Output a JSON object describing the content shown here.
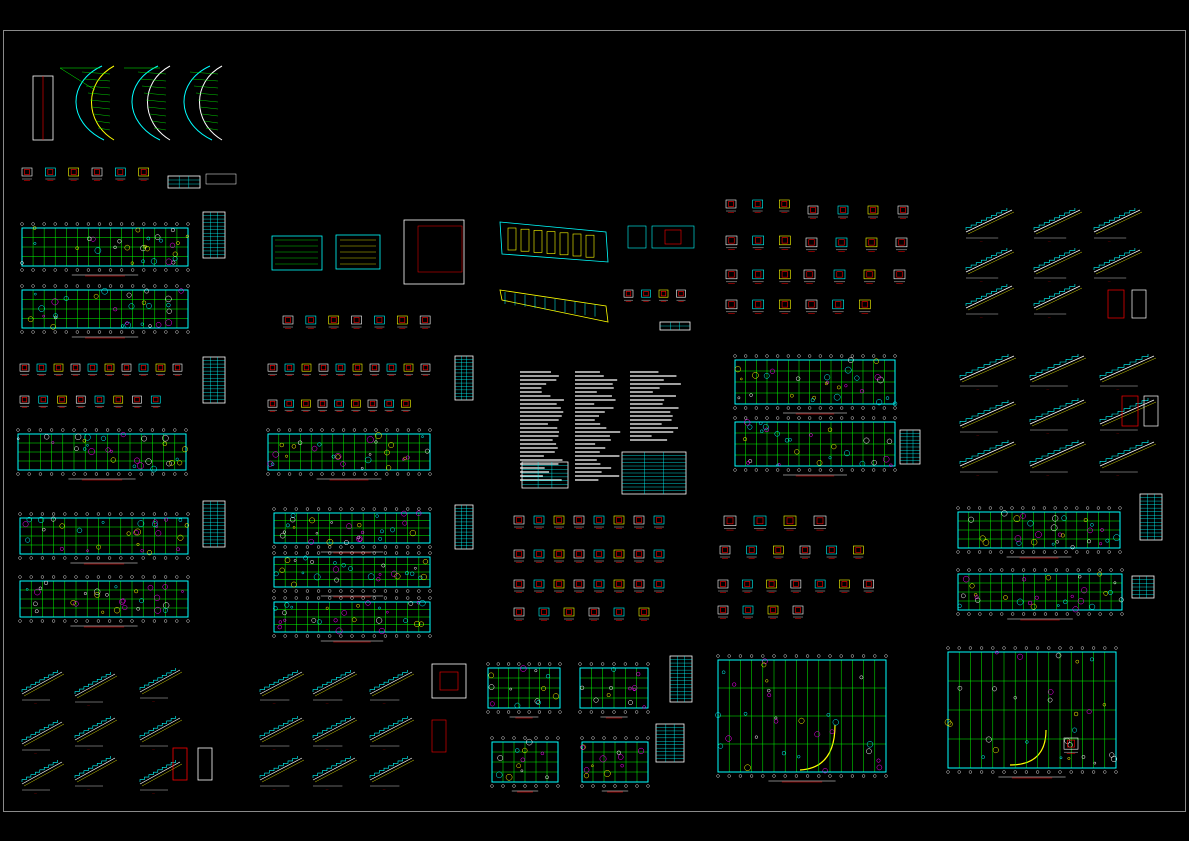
{
  "drawing": {
    "background": "#000000",
    "frame_color": "#8a8a8a",
    "palette": {
      "cyan": "#00ffff",
      "green": "#00ff00",
      "yellow": "#ffff00",
      "red": "#ff0000",
      "magenta": "#ff00ff",
      "white": "#ffffff",
      "blue": "#4080ff"
    },
    "sheet_type_names": [
      "spiral-stair-details",
      "floor-plan-pair",
      "column-detail-row",
      "section-detail",
      "beam-elevation",
      "node-detail-grid",
      "stair-flight-sections",
      "general-notes-text",
      "large-floor-plan",
      "rebar-schedule-table"
    ]
  }
}
